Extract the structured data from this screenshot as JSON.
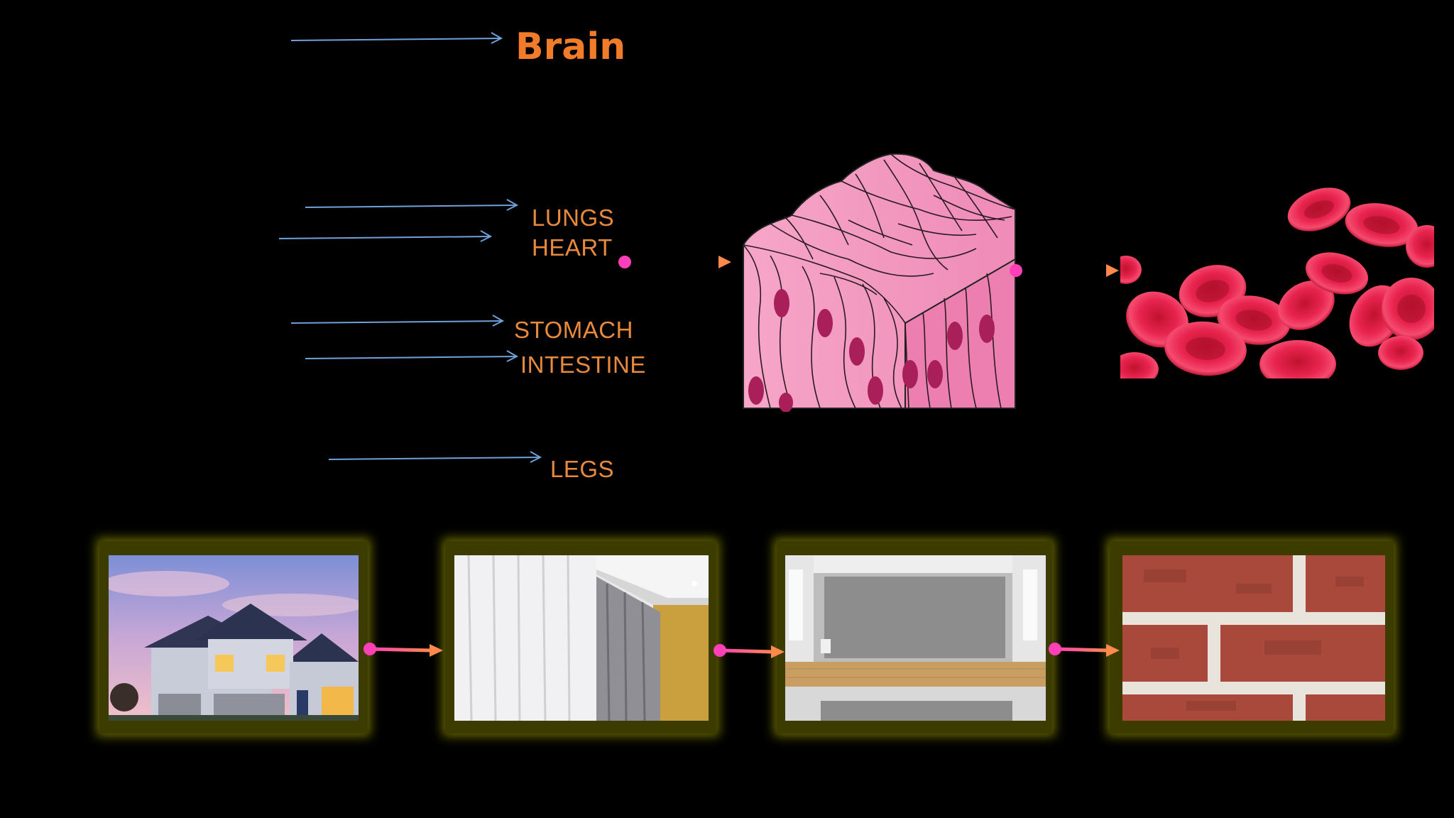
{
  "labels": {
    "brain": "Brain",
    "lungs": "LUNGS",
    "heart": "HEART",
    "stomach": "STOMACH",
    "intestine": "INTESTINE",
    "legs": "LEGS"
  },
  "colors": {
    "label": "#e88a3e",
    "title": "#f07c2a",
    "blue_arrow": "#6fa0d8",
    "pink_arrow_start": "#ff3fb8",
    "pink_arrow_end": "#ff8a4c",
    "tissue_pink": "#f49ac1",
    "nucleus": "#a81f5a",
    "blood_cell": "#e8244f",
    "frame": "#3c3c00"
  },
  "images": [
    {
      "name": "house-photo"
    },
    {
      "name": "curtain-room-photo"
    },
    {
      "name": "empty-room-photo"
    },
    {
      "name": "brick-wall-photo"
    }
  ]
}
